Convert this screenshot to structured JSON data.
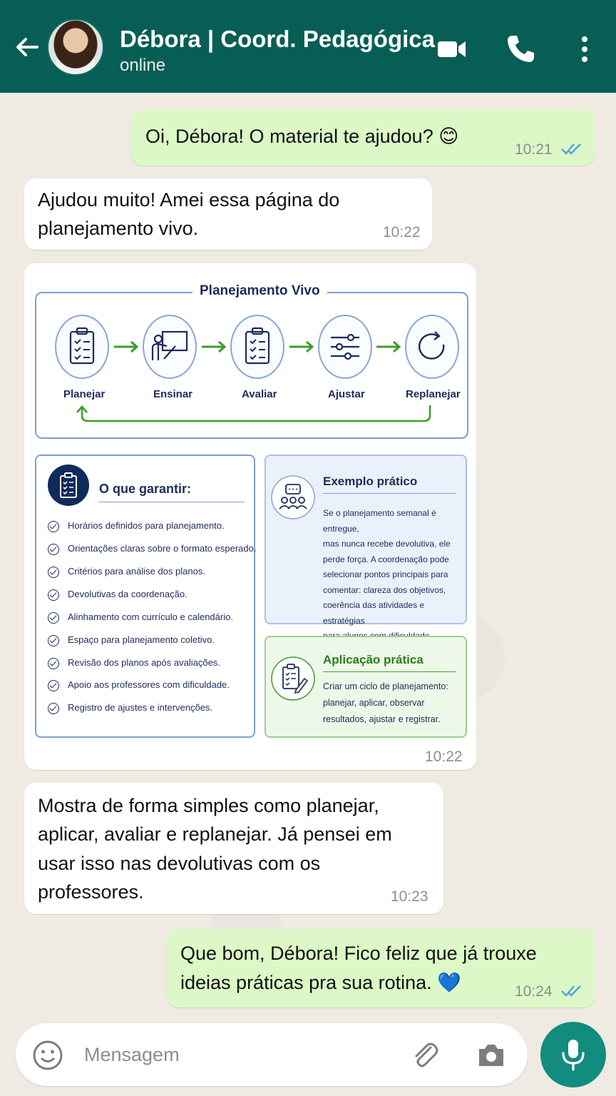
{
  "header": {
    "contact_name": "Débora | Coord. Pedagógica",
    "status": "online"
  },
  "messages": [
    {
      "direction": "out",
      "text": "Oi, Débora! O material te ajudou? 😊",
      "time": "10:21",
      "status": "read"
    },
    {
      "direction": "in",
      "text_lines": [
        "Ajudou muito! Amei essa página do",
        "planejamento vivo."
      ],
      "time": "10:22"
    },
    {
      "direction": "in",
      "type": "image",
      "time": "10:22"
    },
    {
      "direction": "in",
      "text_lines": [
        "Mostra de forma simples como planejar,",
        "aplicar, avaliar e replanejar. Já pensei em",
        "usar isso nas devolutivas com os",
        "professores."
      ],
      "time": "10:23"
    },
    {
      "direction": "out",
      "text_lines": [
        "Que bom, Débora! Fico feliz que já trouxe",
        "ideias práticas pra sua rotina. 💙"
      ],
      "time": "10:24",
      "status": "read"
    }
  ],
  "image_card": {
    "title": "Planejamento Vivo",
    "steps": [
      "Planejar",
      "Ensinar",
      "Avaliar",
      "Ajustar",
      "Replanejar"
    ],
    "guarantee": {
      "title": "O que garantir:",
      "items": [
        "Horários definidos para planejamento.",
        "Orientações claras sobre o formato esperado.",
        "Critérios para análise dos planos.",
        "Devolutivas da coordenação.",
        "Alinhamento com currículo e calendário.",
        "Espaço para planejamento coletivo.",
        "Revisão dos planos após avaliações.",
        "Apoio aos professores com dificuldade.",
        "Registro de ajustes e intervenções."
      ]
    },
    "example": {
      "title": "Exemplo prático",
      "lines": [
        "Se o planejamento semanal é entregue,",
        "mas nunca recebe devolutiva, ele",
        "perde força. A coordenação pode",
        "selecionar pontos principais para",
        "comentar: clareza dos objetivos,",
        "coerência das atividades e estratégias",
        "para alunos com dificuldade."
      ]
    },
    "application": {
      "title": "Aplicação prática",
      "lines": [
        "Criar um ciclo de planejamento:",
        "planejar, aplicar, observar",
        "resultados, ajustar e registrar."
      ]
    }
  },
  "input": {
    "placeholder": "Mensagem"
  },
  "colors": {
    "header": "#075e54",
    "outgoing_bubble": "#dcf8c6",
    "incoming_bubble": "#ffffff",
    "mic_button": "#128c7e",
    "read_ticks": "#4fa3e8"
  },
  "icons": [
    "back-arrow-icon",
    "video-call-icon",
    "phone-icon",
    "more-vert-icon",
    "emoji-icon",
    "attach-icon",
    "camera-icon",
    "mic-icon"
  ]
}
